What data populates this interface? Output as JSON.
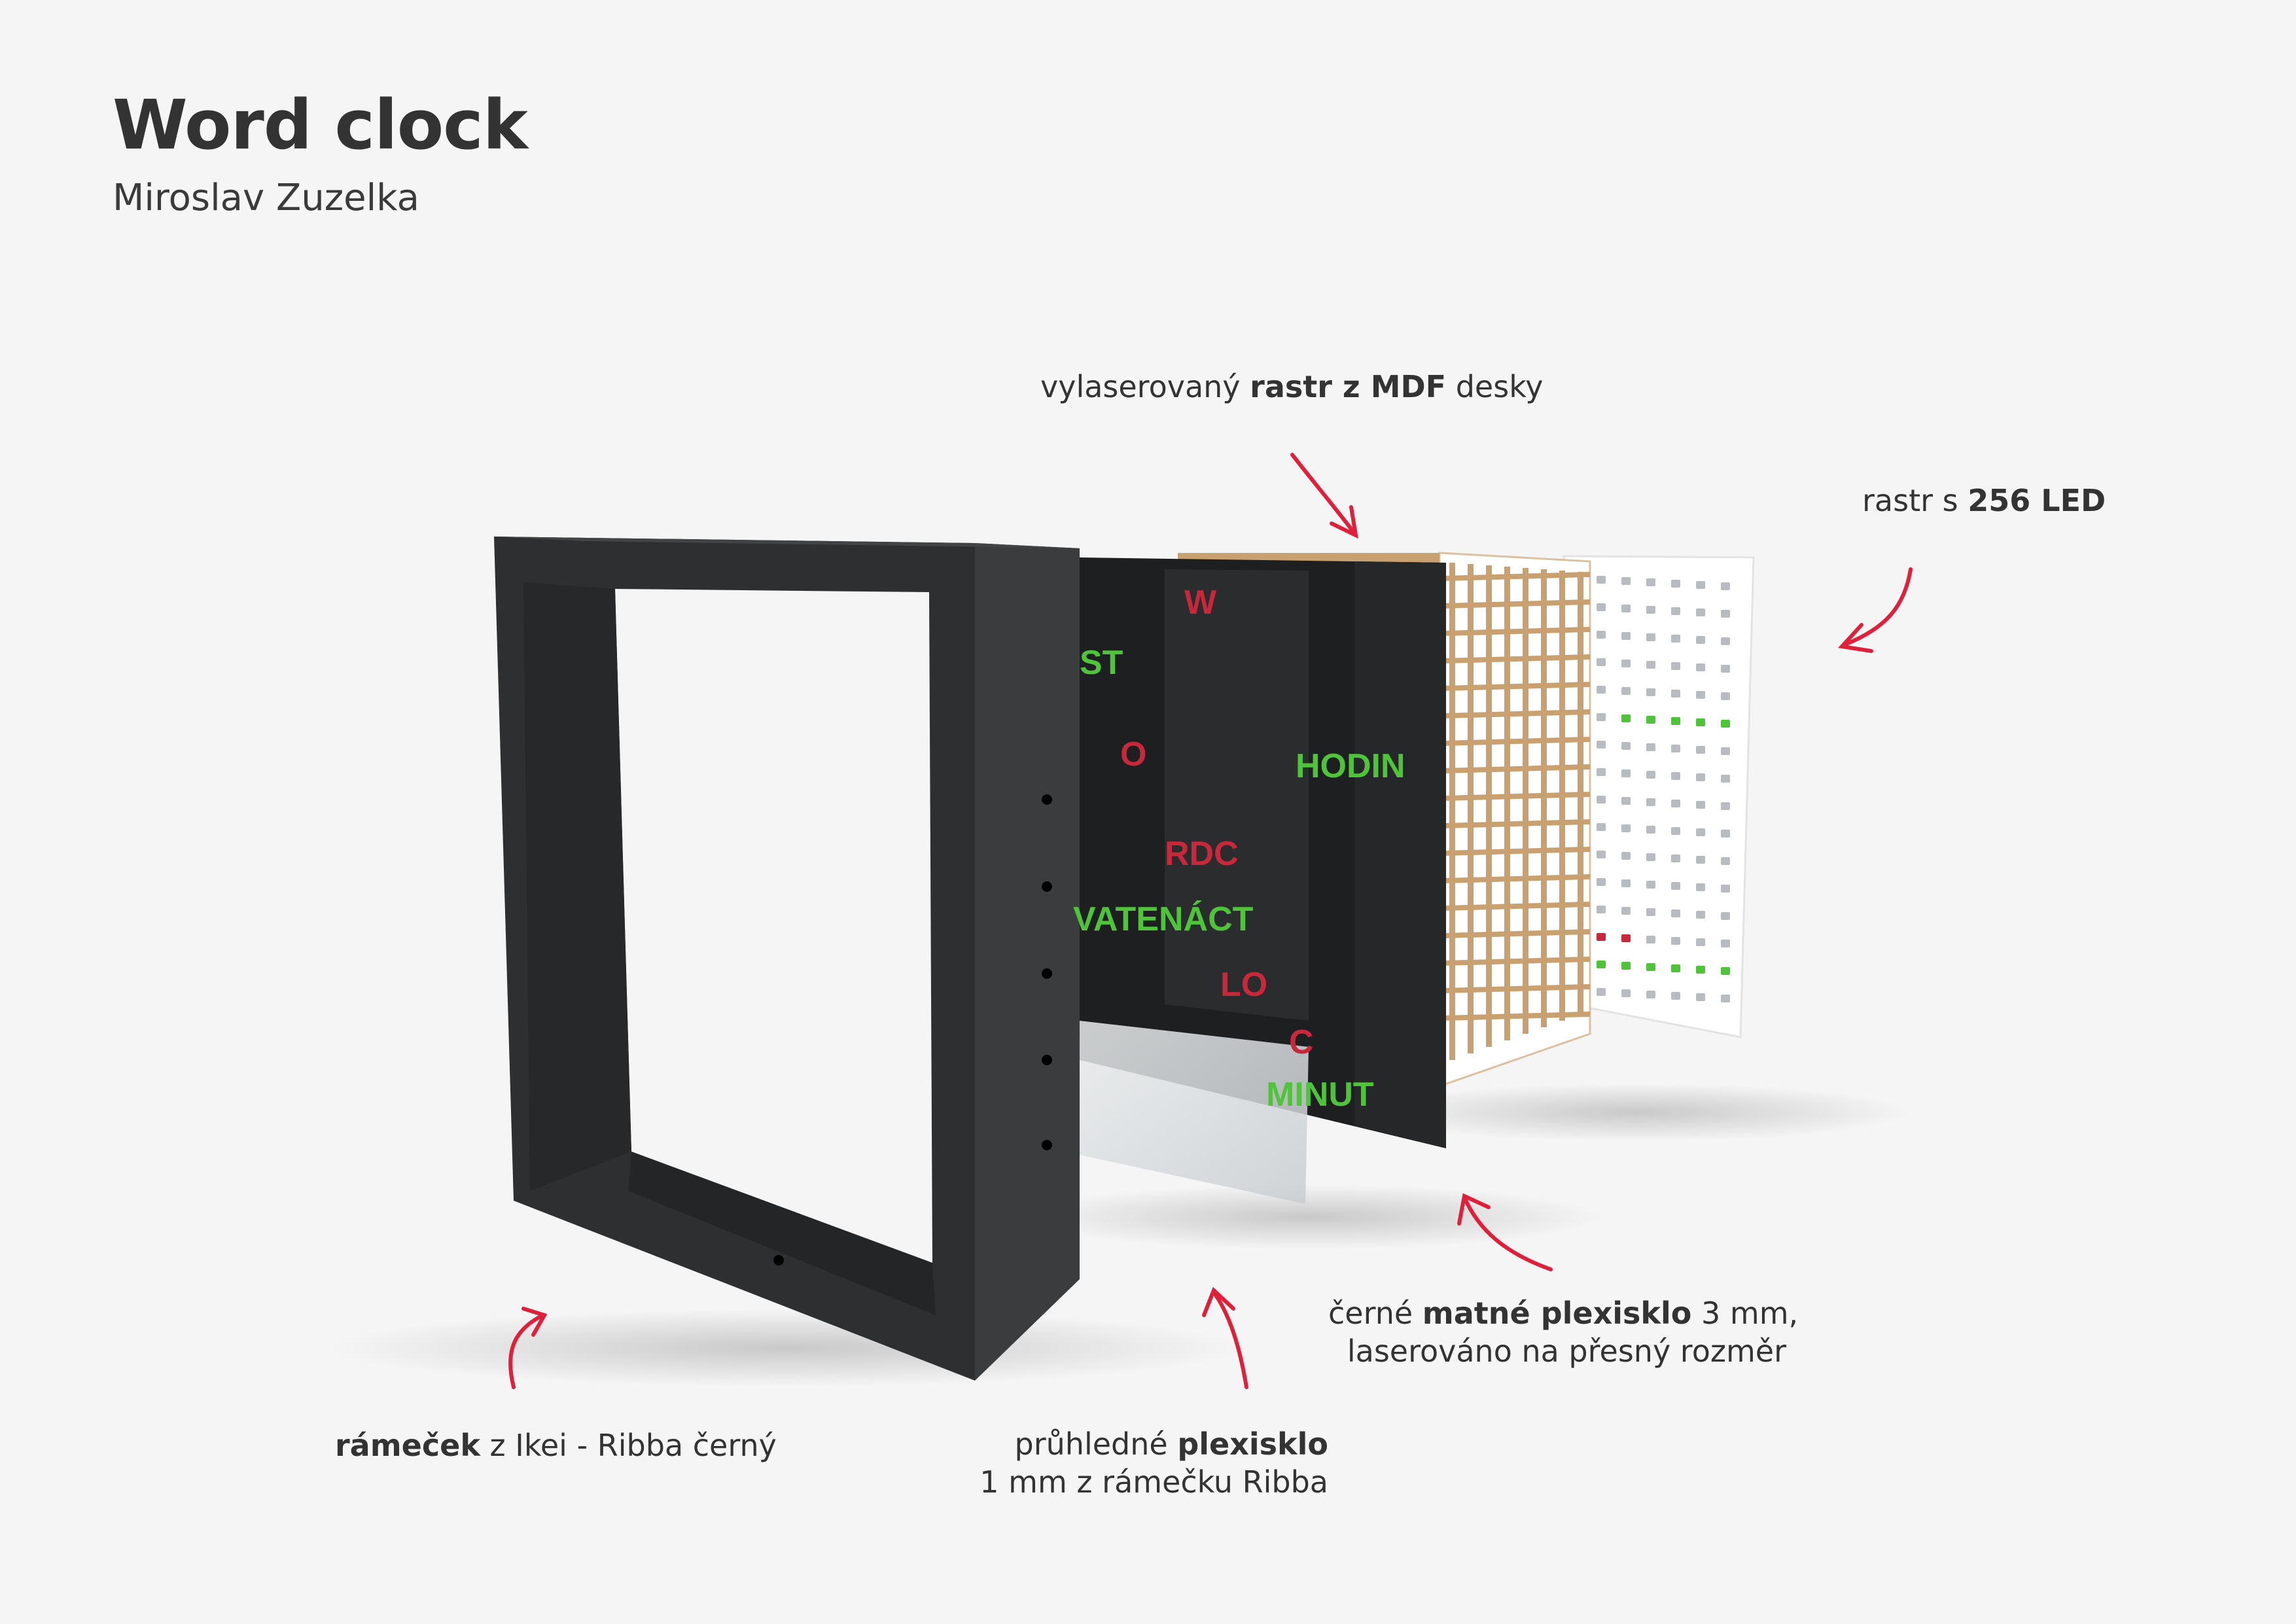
{
  "header": {
    "title": "Word clock",
    "author": "Miroslav Zuzelka"
  },
  "labels": {
    "mdf_grid": {
      "pre": "vylaserovaný ",
      "bold": "rastr z MDF",
      "post": " desky"
    },
    "led_grid": {
      "pre": "rastr s ",
      "bold": "256 LED",
      "post": ""
    },
    "frame": {
      "pre": "",
      "bold": "rámeček",
      "post": " z Ikei - Ribba černý"
    },
    "clear_plexi": {
      "line1_pre": "průhledné ",
      "line1_bold": "plexisklo",
      "line2": "1 mm z rámečku Ribba"
    },
    "black_plexi": {
      "line1_pre": "černé ",
      "line1_bold": "matné plexisklo",
      "line1_post": " 3 mm,",
      "line2": "laserováno na přesný rozměr"
    }
  },
  "clock_words": [
    {
      "text": "W",
      "color": "red"
    },
    {
      "text": "ST",
      "color": "green"
    },
    {
      "text": "O",
      "color": "red"
    },
    {
      "text": "HODIN",
      "color": "green"
    },
    {
      "text": "RDC",
      "color": "red"
    },
    {
      "text": "VATENÁCT",
      "color": "green"
    },
    {
      "text": "LO",
      "color": "red"
    },
    {
      "text": "C",
      "color": "red"
    },
    {
      "text": "MINUT",
      "color": "green"
    }
  ],
  "colors": {
    "accent_arrow": "#e0203a",
    "word_red": "#c8283a",
    "word_green": "#4fc33a",
    "frame": "#2d2f31",
    "mdf": "#c9a070",
    "led_board": "#ffffff"
  }
}
